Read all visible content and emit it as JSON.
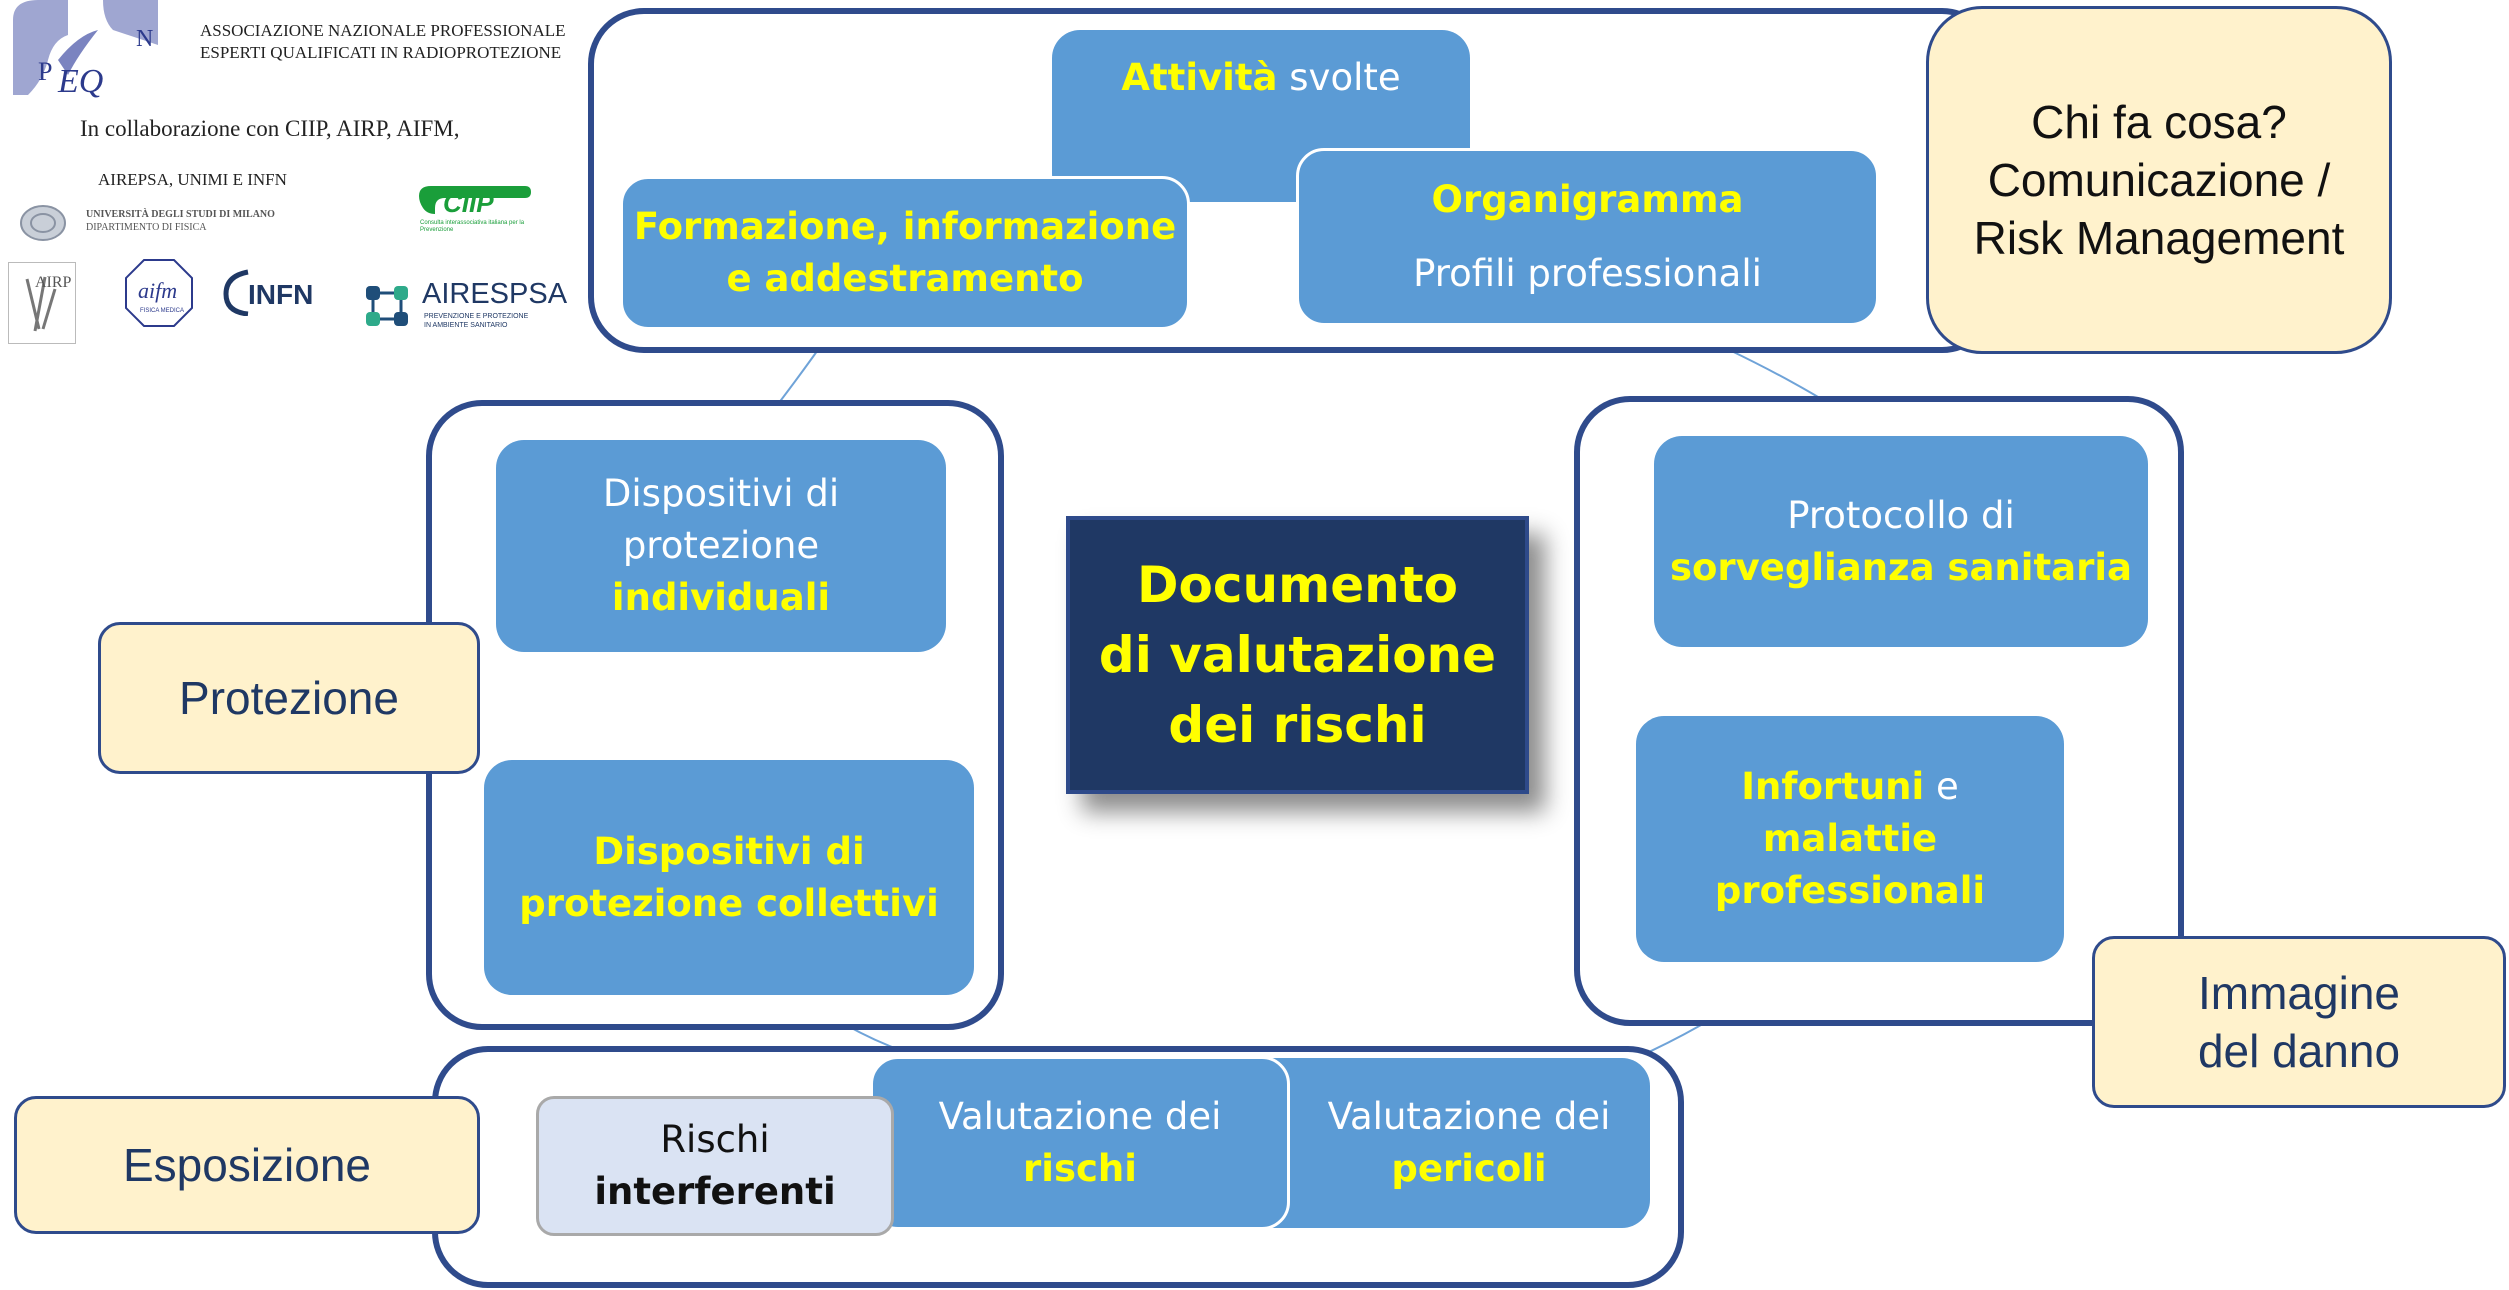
{
  "header": {
    "org_lines": [
      "ASSOCIAZIONE NAZIONALE PROFESSIONALE",
      "ESPERTI QUALIFICATI IN RADIOPROTEZIONE"
    ],
    "collab_line1": "In collaborazione  con CIIP, AIRP, AIFM,",
    "collab_line2": "AIREPSA, UNIMI E INFN",
    "unimi_line1": "UNIVERSITÀ DEGLI STUDI DI MILANO",
    "unimi_line2": "DIPARTIMENTO DI FISICA",
    "logos": {
      "anpeq": {
        "letters": [
          "P",
          "EQ",
          "N"
        ]
      },
      "ciip": {
        "name": "CIIP",
        "tagline": "Consulta interassociativa italiana per la Prevenzione"
      },
      "airp": {
        "name": "AIRP"
      },
      "aifm": {
        "name": "aifm",
        "sub": "FISICA MEDICA"
      },
      "infn": {
        "name": "INFN"
      },
      "airespsa": {
        "name": "AIRESPSA",
        "sub1": "PREVENZIONE E PROTEZIONE",
        "sub2": "IN AMBIENTE SANITARIO"
      }
    }
  },
  "center": {
    "lines": [
      "Documento",
      "di valutazione",
      "dei rischi"
    ]
  },
  "top_group": {
    "attivita": {
      "bold": "Attività",
      "rest": " svolte"
    },
    "formazione": {
      "line1": "Formazione, informazione",
      "line2": "e addestramento"
    },
    "organigramma": {
      "title": "Organigramma",
      "sub": "Profili professionali"
    }
  },
  "left_group": {
    "dpi": {
      "line1": "Dispositivi di",
      "line2": "protezione",
      "line3": "individuali"
    },
    "dpc": {
      "line1": "Dispositivi di",
      "line2": "protezione collettivi"
    }
  },
  "right_group": {
    "protocollo": {
      "line1": "Protocollo di",
      "line2": "sorveglianza sanitaria"
    },
    "infortuni": {
      "bold1": "Infortuni",
      "rest1": " e",
      "line2": "malattie",
      "line3": "professionali"
    }
  },
  "bottom_group": {
    "interferenti": {
      "line1": "Rischi",
      "line2": "interferenti"
    },
    "val_rischi": {
      "line1": "Valutazione dei",
      "line2": "rischi"
    },
    "val_pericoli": {
      "line1": "Valutazione dei",
      "line2": "pericoli"
    }
  },
  "labels": {
    "chi_fa_cosa": [
      "Chi fa cosa?",
      "Comunicazione /",
      "Risk Management"
    ],
    "protezione": "Protezione",
    "immagine": [
      "Immagine",
      "del danno"
    ],
    "esposizione": "Esposizione"
  },
  "colors": {
    "group_border": "#2f4b8c",
    "box_blue": "#5b9bd5",
    "highlight_yellow": "#ffff00",
    "label_beige": "#fff2cc",
    "doc_navy": "#1f3864"
  }
}
